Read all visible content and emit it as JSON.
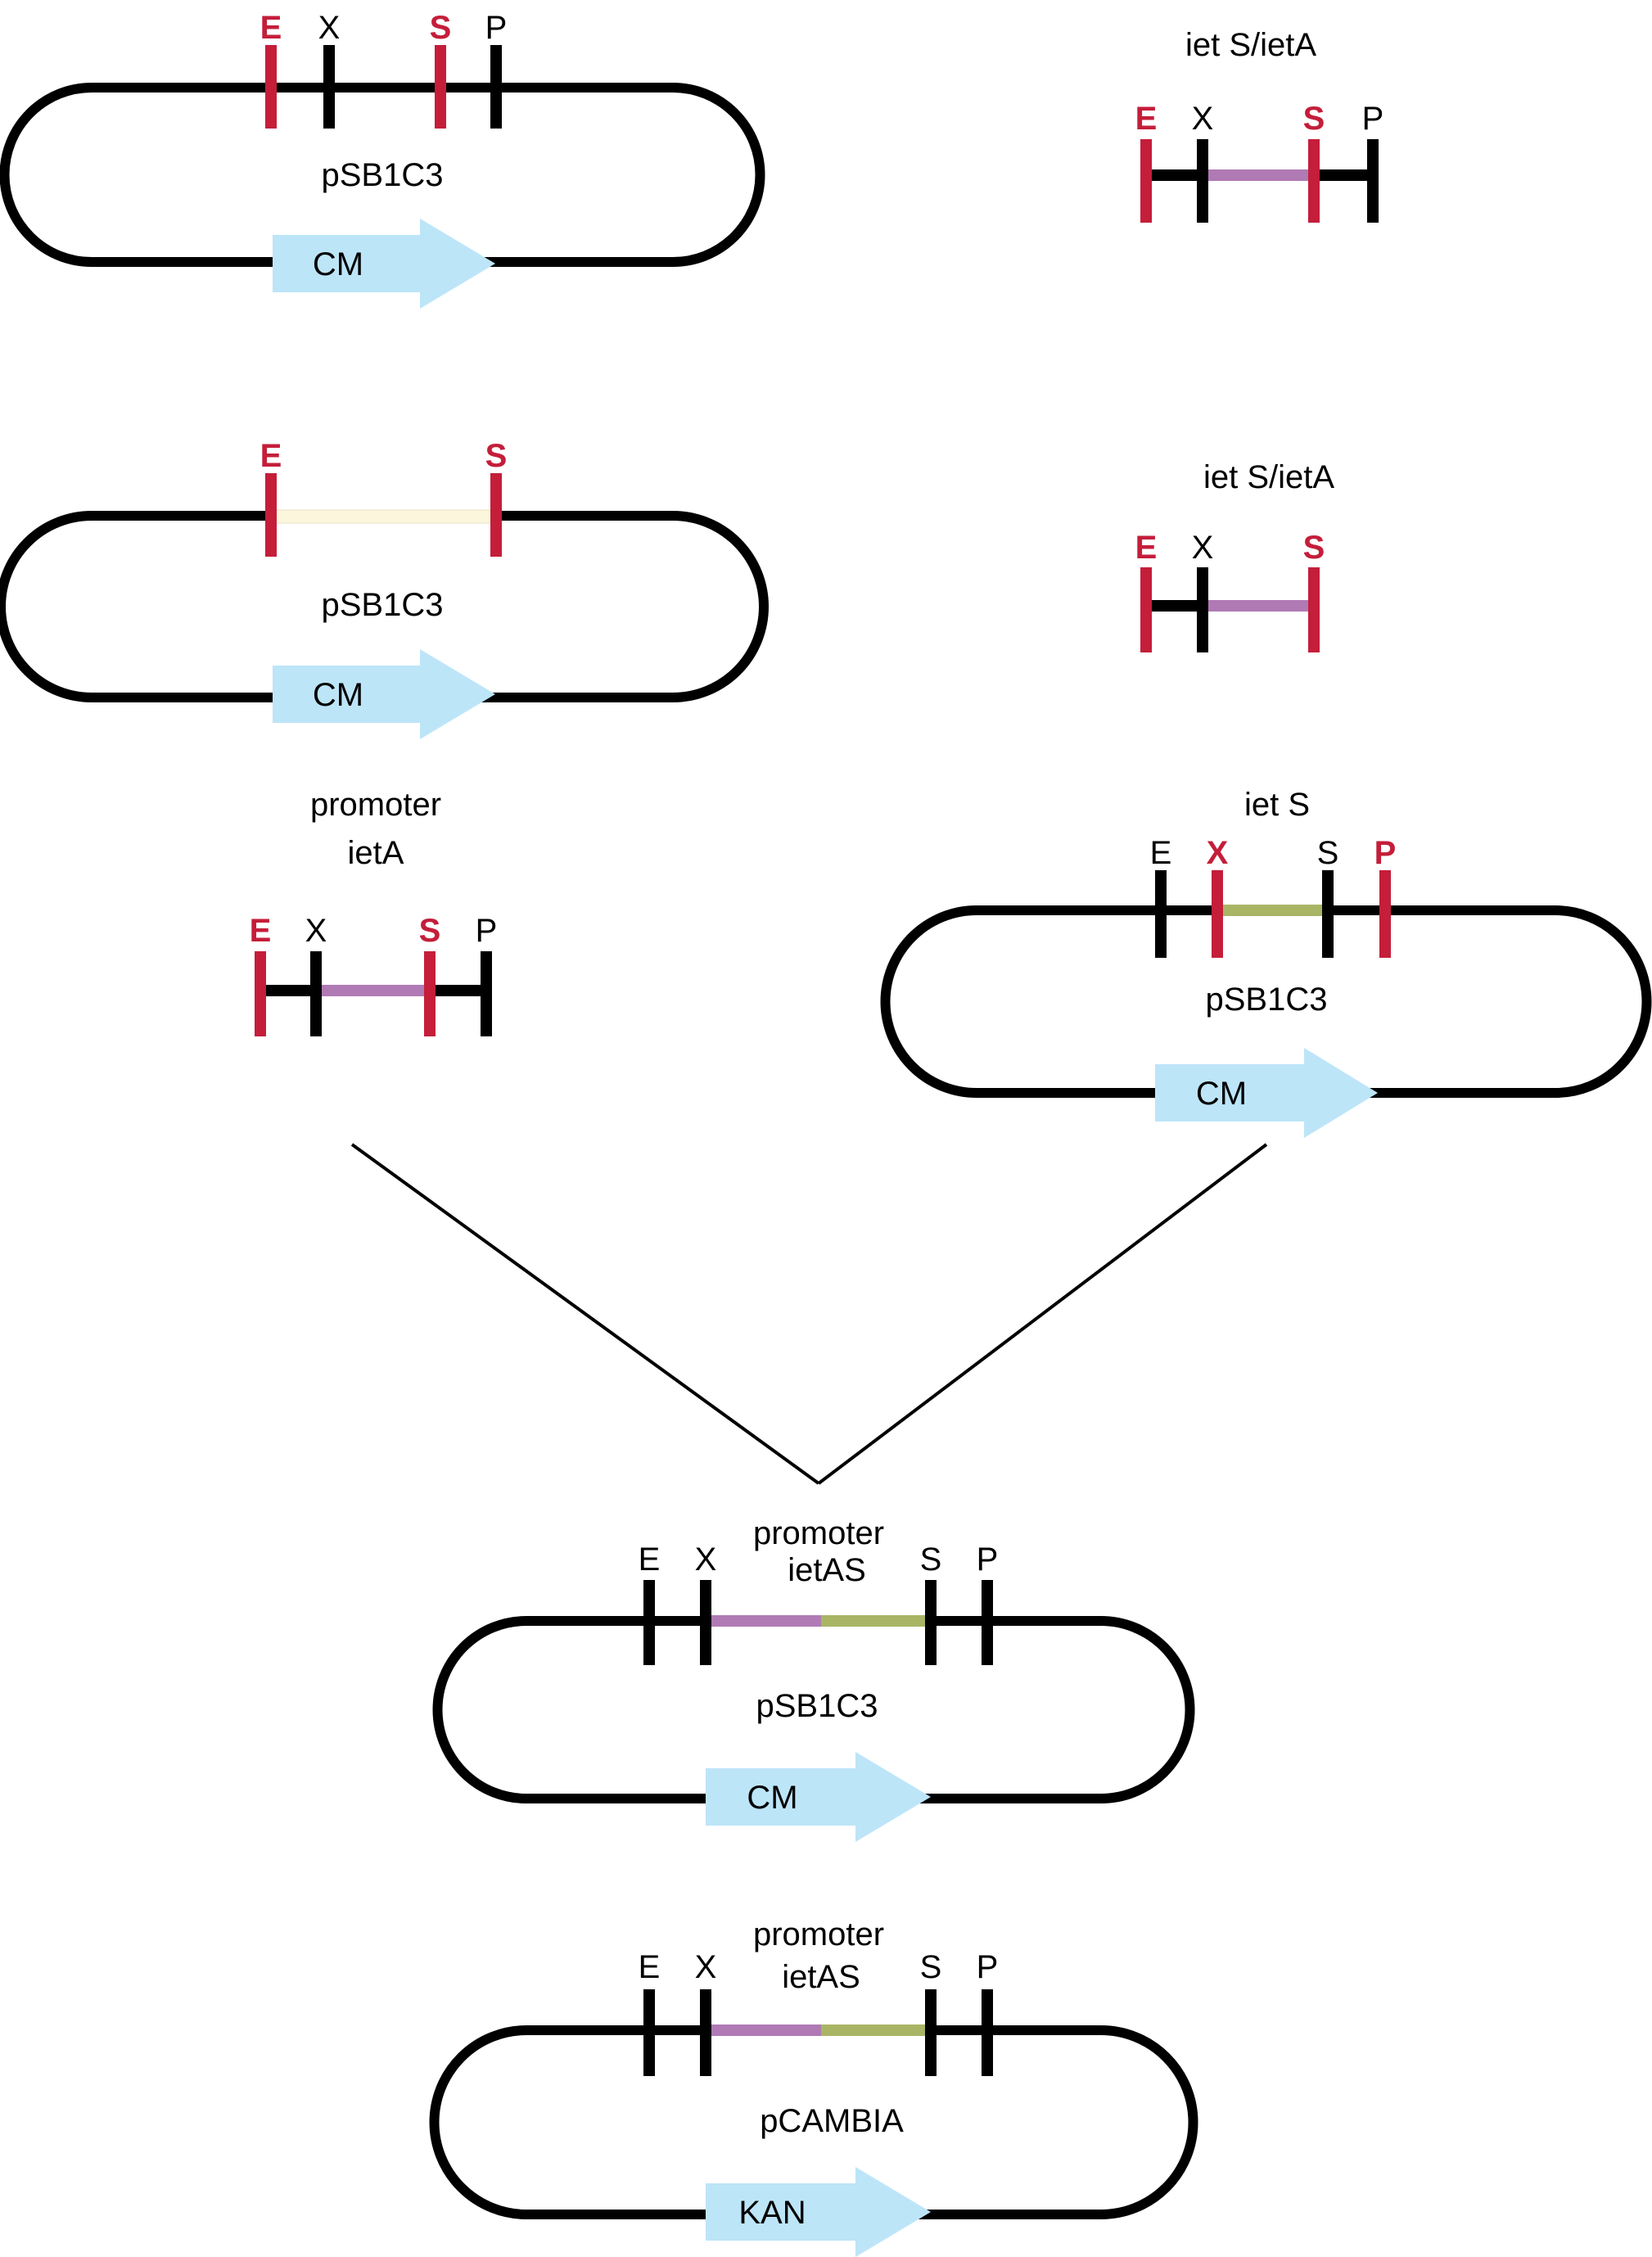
{
  "colors": {
    "backbone": "#000000",
    "cut_site": "#c41e3a",
    "marker_fill": "#bde5f8",
    "ietA_insert": "#b07ab5",
    "ietS_insert": "#a9b565",
    "empty_insert": "#fbf6dc"
  },
  "plasmid_top": {
    "name": "pSB1C3",
    "marker": "CM",
    "sites": [
      {
        "label": "E",
        "active": true
      },
      {
        "label": "X",
        "active": false
      },
      {
        "label": "S",
        "active": true
      },
      {
        "label": "P",
        "active": false
      }
    ]
  },
  "fragment_top": {
    "title": "iet S/ietA",
    "sites": [
      {
        "label": "E",
        "active": true
      },
      {
        "label": "X",
        "active": false
      },
      {
        "label": "S",
        "active": true
      },
      {
        "label": "P",
        "active": false
      }
    ]
  },
  "plasmid_cut": {
    "name": "pSB1C3",
    "marker": "CM",
    "sites": [
      {
        "label": "E",
        "active": true
      },
      {
        "label": "S",
        "active": true
      }
    ]
  },
  "fragment_mid": {
    "title": "iet S/ietA",
    "sites": [
      {
        "label": "E",
        "active": true
      },
      {
        "label": "X",
        "active": false
      },
      {
        "label": "S",
        "active": true
      }
    ]
  },
  "fragment_promoter": {
    "title_line1": "promoter",
    "title_line2": "ietA",
    "sites": [
      {
        "label": "E",
        "active": true
      },
      {
        "label": "X",
        "active": false
      },
      {
        "label": "S",
        "active": true
      },
      {
        "label": "P",
        "active": false
      }
    ]
  },
  "plasmid_ietS": {
    "title": "iet S",
    "name": "pSB1C3",
    "marker": "CM",
    "sites": [
      {
        "label": "E",
        "active": false
      },
      {
        "label": "X",
        "active": true
      },
      {
        "label": "S",
        "active": false
      },
      {
        "label": "P",
        "active": true
      }
    ]
  },
  "plasmid_result": {
    "insert_line1": "promoter",
    "insert_line2": "ietAS",
    "name": "pSB1C3",
    "marker": "CM",
    "sites": [
      {
        "label": "E",
        "active": false
      },
      {
        "label": "X",
        "active": false
      },
      {
        "label": "S",
        "active": false
      },
      {
        "label": "P",
        "active": false
      }
    ]
  },
  "plasmid_final": {
    "insert_line1": "promoter",
    "insert_line2": "ietAS",
    "name": "pCAMBIA",
    "marker": "KAN",
    "sites": [
      {
        "label": "E",
        "active": false
      },
      {
        "label": "X",
        "active": false
      },
      {
        "label": "S",
        "active": false
      },
      {
        "label": "P",
        "active": false
      }
    ]
  }
}
